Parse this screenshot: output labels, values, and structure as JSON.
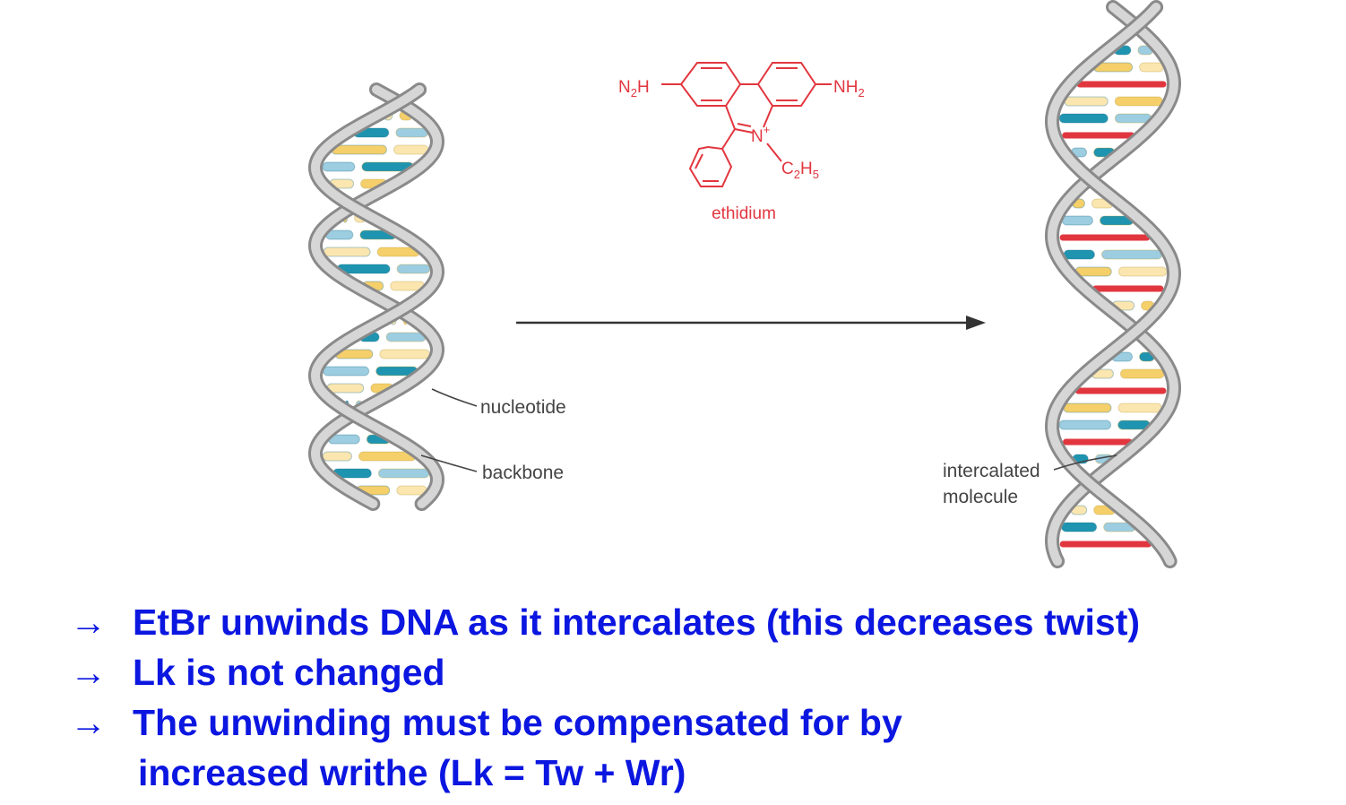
{
  "molecule": {
    "name": "ethidium",
    "groups": [
      "N2H",
      "NH2",
      "N+",
      "C2H5"
    ],
    "color": "#e2363f"
  },
  "labels": {
    "nucleotide": "nucleotide",
    "backbone": "backbone",
    "intercalated_line1": "intercalated",
    "intercalated_line2": "molecule"
  },
  "colors": {
    "dark_blue_base": "#1f94b0",
    "light_blue_base": "#9ccde1",
    "yellow_base": "#f5cf6a",
    "light_yellow_base": "#fbe6b0",
    "intercalator": "#e2363f",
    "backbone": "#bdbdbd",
    "text_blue": "#0b16e0"
  },
  "bullets": [
    {
      "arrow": "→",
      "text": "EtBr unwinds DNA as it intercalates (this decreases twist)"
    },
    {
      "arrow": "→",
      "text": "Lk is not changed"
    },
    {
      "arrow": "→",
      "text": "The unwinding must be compensated for by"
    }
  ],
  "bullet_continuation": "increased writhe (Lk = Tw + Wr)"
}
